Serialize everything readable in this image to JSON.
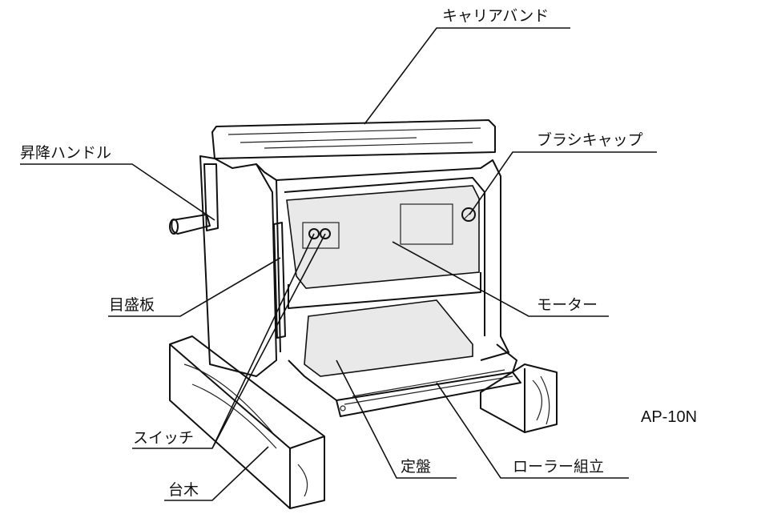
{
  "labels": {
    "carrier_band": "キャリアバンド",
    "brush_cap": "ブラシキャップ",
    "lift_handle": "昇降ハンドル",
    "scale_plate": "目盛板",
    "motor": "モーター",
    "switch": "スイッチ",
    "base_block": "台木",
    "table": "定盤",
    "roller_assembly": "ローラー組立"
  },
  "model": "AP-10N"
}
